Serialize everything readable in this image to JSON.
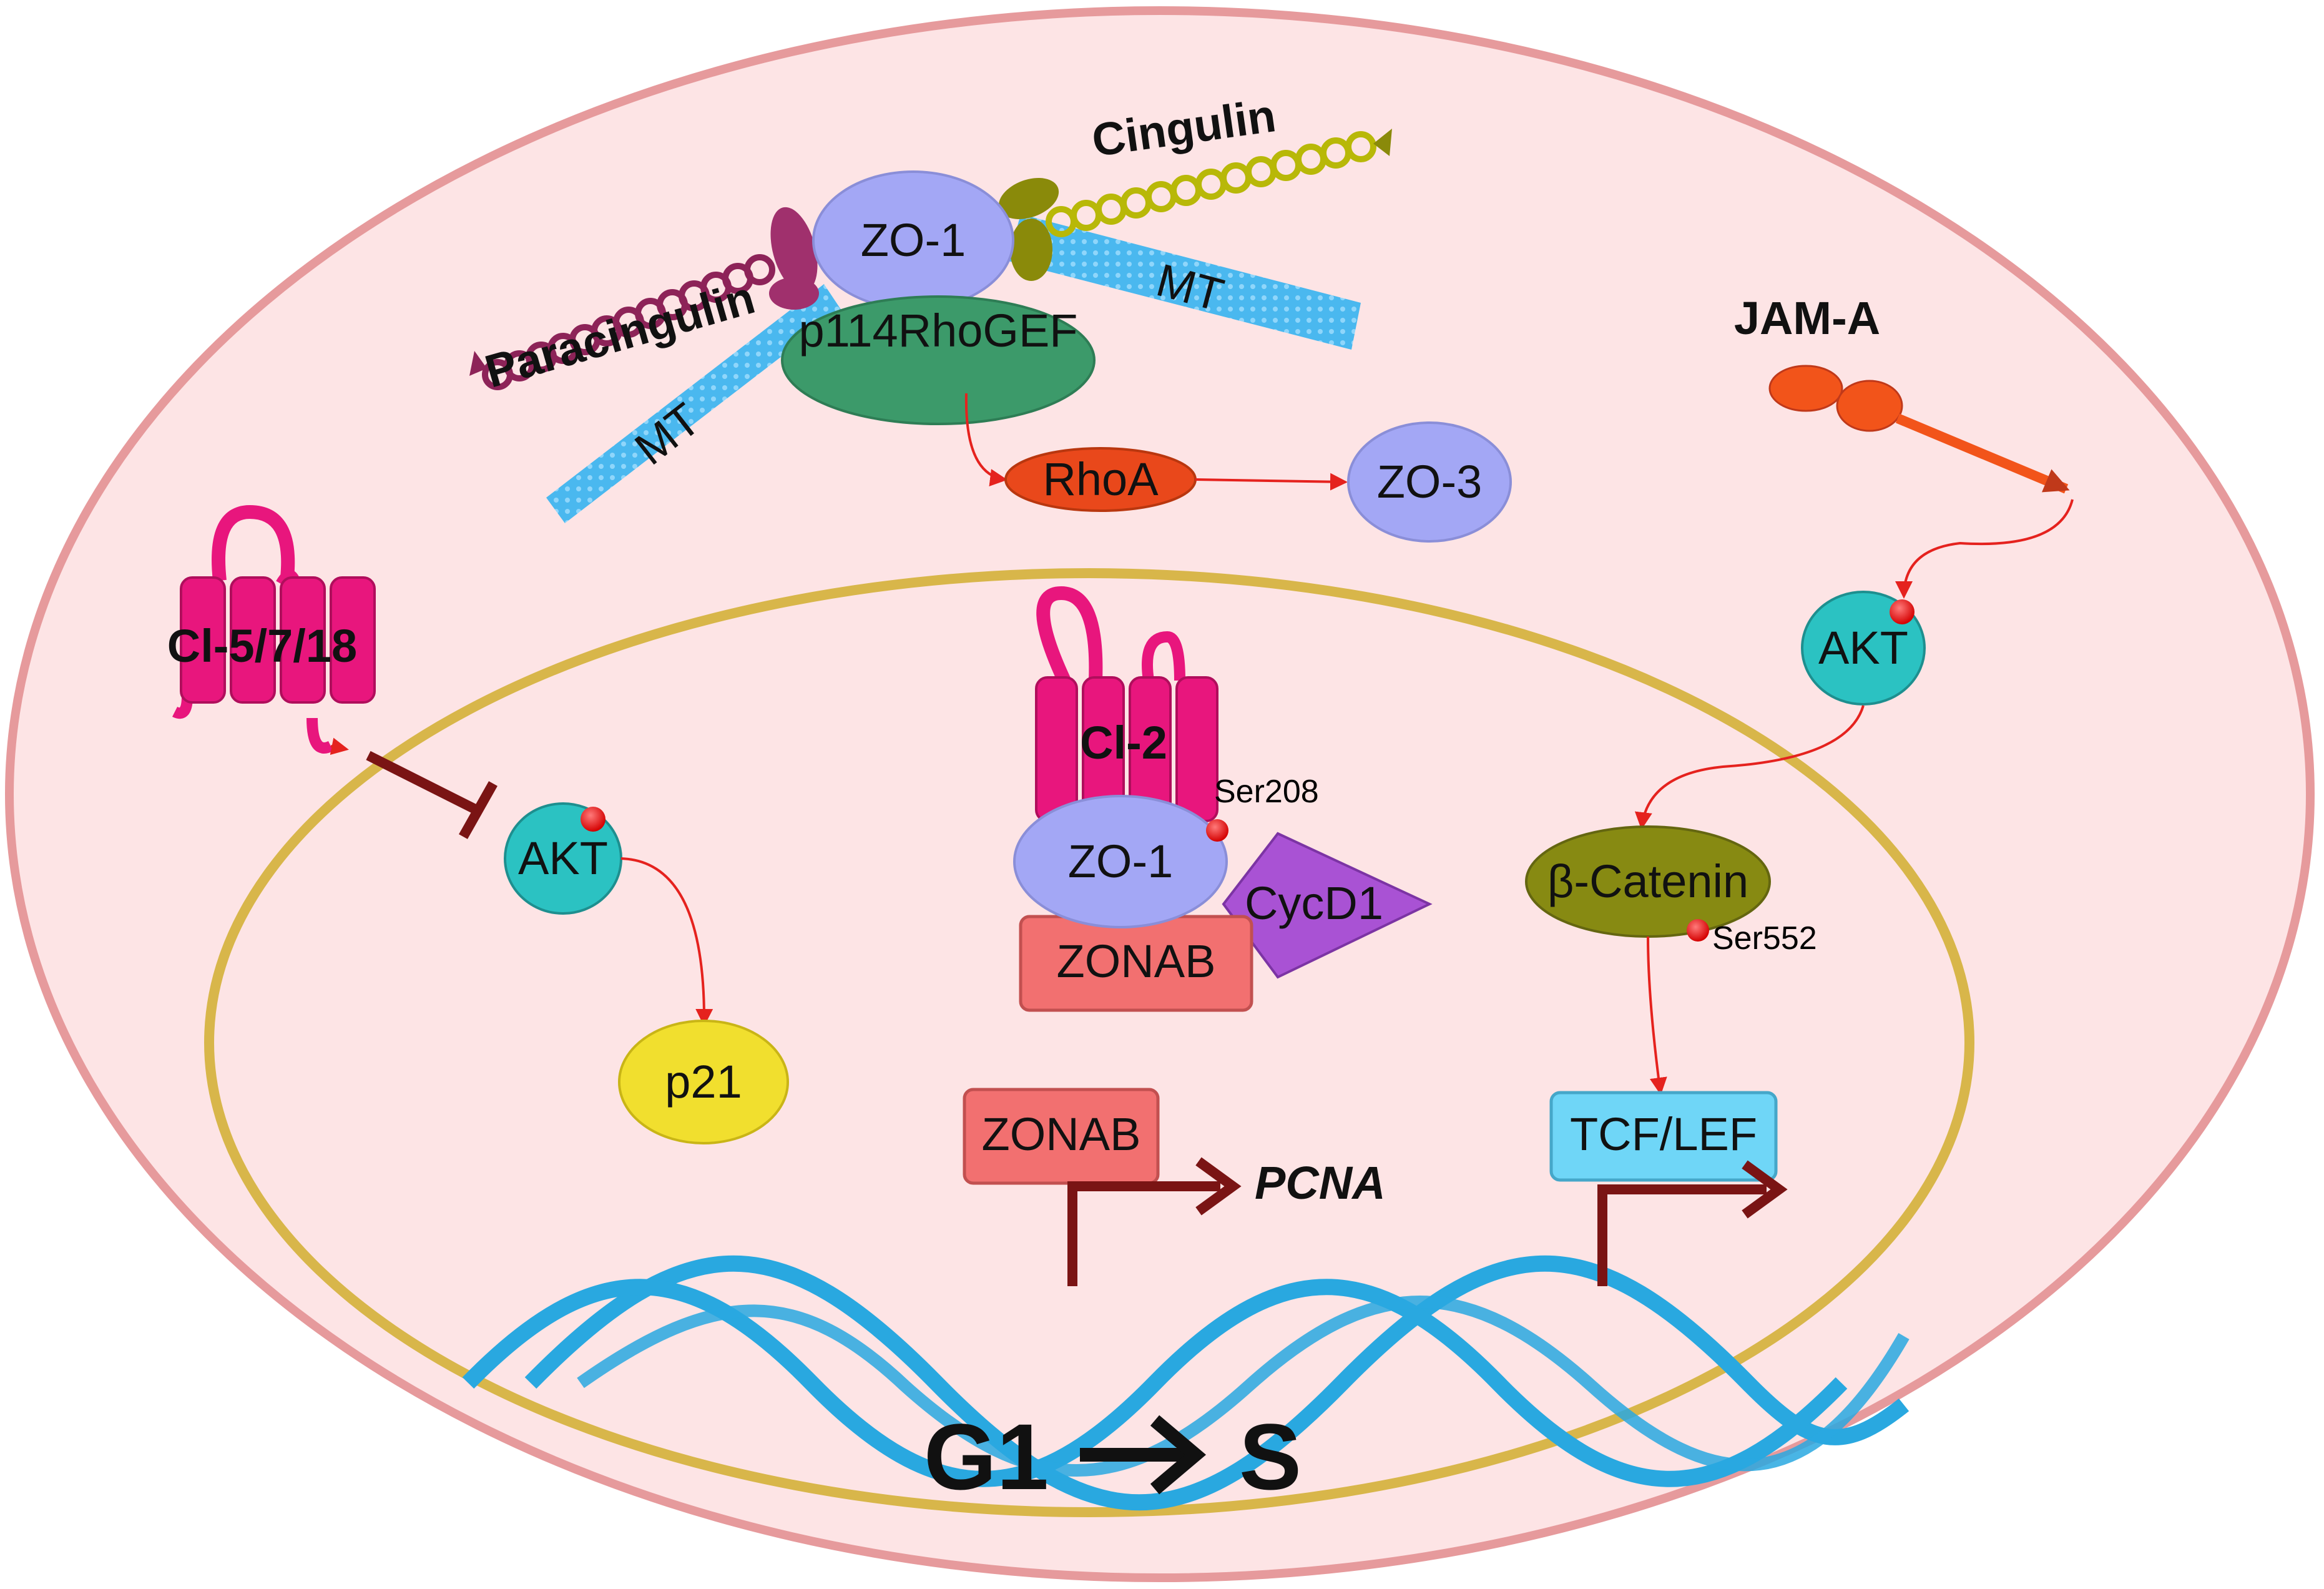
{
  "colors": {
    "cell_fill": "#fde4e5",
    "cell_stroke": "#e69a9c",
    "nucleus_stroke": "#d8b64a",
    "zo": "#a3a7f5",
    "gef": "#3c9a6a",
    "rhoa": "#e9481b",
    "akt": "#2bc2c2",
    "p21": "#f1df2e",
    "zonab": "#f27070",
    "cycd1": "#a952d4",
    "catenin": "#878a12",
    "tcf": "#6fd6f7",
    "claudin": "#e8167d",
    "mt": "#4ab8ef",
    "jam": "#f2541a",
    "dna": "#29a8e0",
    "signal_arrow": "#e5221e",
    "inhibit": "#7a1414"
  },
  "labels": {
    "paracingulin": "Paracingulin",
    "cingulin": "Cingulin",
    "zo1_top": "ZO-1",
    "mt_left": "MT",
    "mt_right": "MT",
    "p114": "p114RhoGEF",
    "rhoa": "RhoA",
    "zo3": "ZO-3",
    "jama": "JAM-A",
    "akt_right": "AKT",
    "cl5718": "Cl-5/7/18",
    "akt_left": "AKT",
    "p21": "p21",
    "cl2": "Cl-2",
    "ser208": "Ser208",
    "zo1_nuc": "ZO-1",
    "cycd1": "CycD1",
    "zonab_complex": "ZONAB",
    "catenin": "β-Catenin",
    "ser552": "Ser552",
    "zonab_gene": "ZONAB",
    "pcna": "PCNA",
    "tcflef": "TCF/LEF",
    "g1s_g1": "G1",
    "g1s_s": "S"
  }
}
